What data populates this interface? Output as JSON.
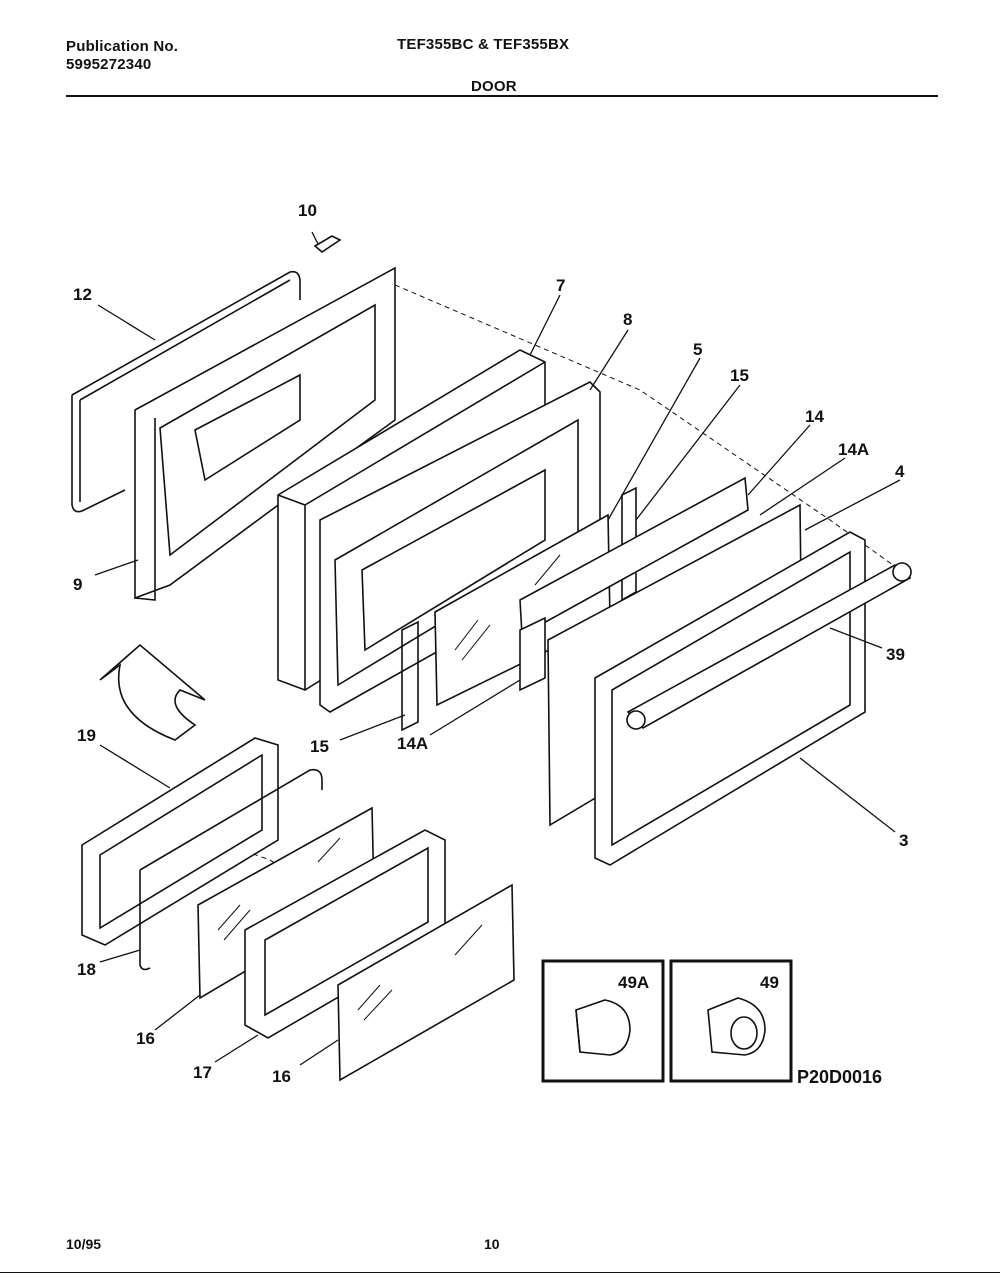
{
  "header": {
    "publication_label": "Publication No.",
    "publication_number": "5995272340",
    "model": "TEF355BC & TEF355BX",
    "section": "DOOR"
  },
  "callouts": {
    "c10": "10",
    "c12": "12",
    "c7": "7",
    "c8": "8",
    "c5": "5",
    "c15a": "15",
    "c14": "14",
    "c14a_top": "14A",
    "c4": "4",
    "c9": "9",
    "c39": "39",
    "c15b": "15",
    "c14a_bottom": "14A",
    "c19": "19",
    "c3": "3",
    "c18": "18",
    "c16a": "16",
    "c17": "17",
    "c16b": "16",
    "c49a": "49A",
    "c49": "49"
  },
  "figure_code": "P20D0016",
  "footer": {
    "date": "10/95",
    "page": "10"
  }
}
